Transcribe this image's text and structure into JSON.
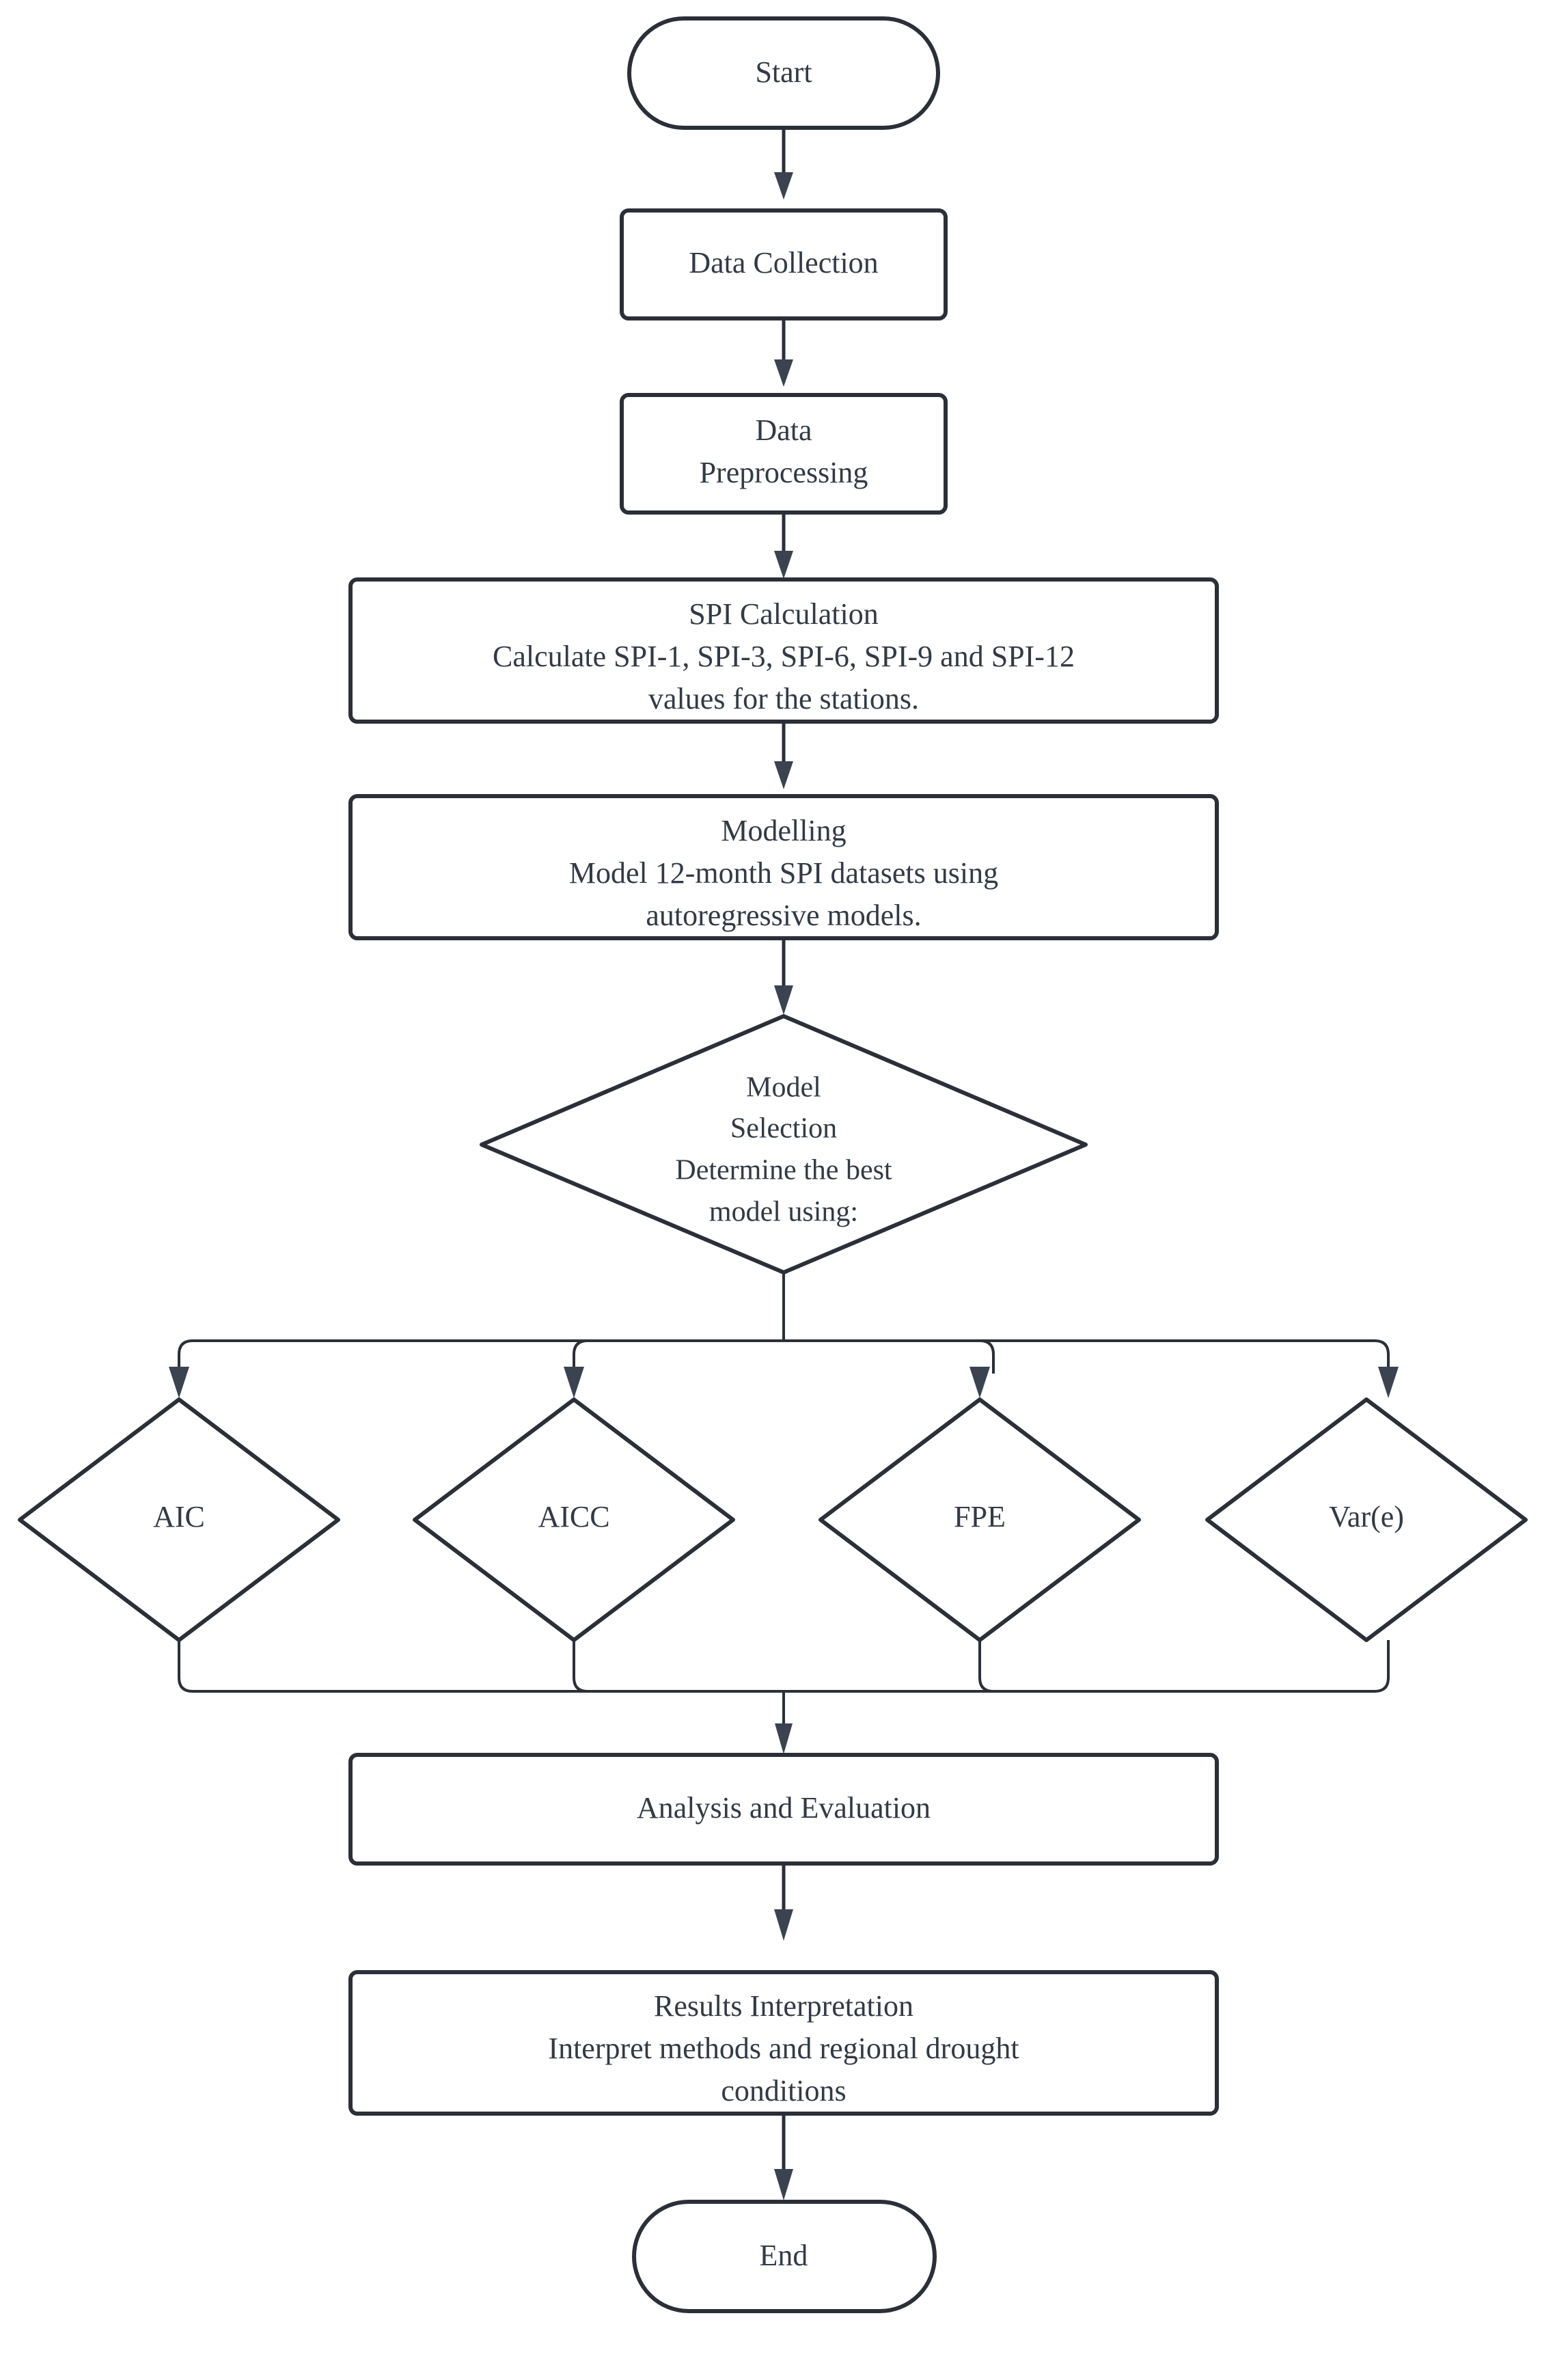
{
  "diagram": {
    "type": "flowchart",
    "title": "SPI Drought Modelling Workflow",
    "orientation": "top-to-bottom",
    "stroke_color": "#2b2f38",
    "text_color": "#333a45",
    "background_color": "#ffffff",
    "nodes": [
      {
        "id": "start",
        "shape": "stadium",
        "lines": [
          "Start"
        ]
      },
      {
        "id": "collect",
        "shape": "rounded-rect",
        "lines": [
          "Data Collection"
        ]
      },
      {
        "id": "preproc",
        "shape": "rounded-rect",
        "lines": [
          "Data",
          "Preprocessing"
        ]
      },
      {
        "id": "spi",
        "shape": "rounded-rect",
        "lines": [
          "SPI Calculation",
          "Calculate SPI-1, SPI-3, SPI-6, SPI-9 and SPI-12",
          "values for the stations."
        ]
      },
      {
        "id": "model",
        "shape": "rounded-rect",
        "lines": [
          "Modelling",
          "Model 12-month SPI datasets using",
          "autoregressive models."
        ]
      },
      {
        "id": "select",
        "shape": "diamond",
        "lines": [
          "Model",
          "Selection",
          "Determine the best",
          "model using:"
        ]
      },
      {
        "id": "aic",
        "shape": "diamond",
        "lines": [
          "AIC"
        ]
      },
      {
        "id": "aicc",
        "shape": "diamond",
        "lines": [
          "AICC"
        ]
      },
      {
        "id": "fpe",
        "shape": "diamond",
        "lines": [
          "FPE"
        ]
      },
      {
        "id": "vare",
        "shape": "diamond",
        "lines": [
          "Var(e)"
        ]
      },
      {
        "id": "analysis",
        "shape": "rounded-rect",
        "lines": [
          "Analysis and Evaluation"
        ]
      },
      {
        "id": "results",
        "shape": "rounded-rect",
        "lines": [
          "Results Interpretation",
          "Interpret methods and regional drought",
          "conditions"
        ]
      },
      {
        "id": "end",
        "shape": "stadium",
        "lines": [
          "End"
        ]
      }
    ],
    "edges": [
      {
        "from": "start",
        "to": "collect"
      },
      {
        "from": "collect",
        "to": "preproc"
      },
      {
        "from": "preproc",
        "to": "spi"
      },
      {
        "from": "spi",
        "to": "model"
      },
      {
        "from": "model",
        "to": "select"
      },
      {
        "from": "select",
        "to": "aic"
      },
      {
        "from": "select",
        "to": "aicc"
      },
      {
        "from": "select",
        "to": "fpe"
      },
      {
        "from": "select",
        "to": "vare"
      },
      {
        "from": "aic",
        "to": "analysis"
      },
      {
        "from": "aicc",
        "to": "analysis"
      },
      {
        "from": "fpe",
        "to": "analysis"
      },
      {
        "from": "vare",
        "to": "analysis"
      },
      {
        "from": "analysis",
        "to": "results"
      },
      {
        "from": "results",
        "to": "end"
      }
    ]
  },
  "labels": {
    "start": "Start",
    "collect": "Data Collection",
    "preproc_l1": "Data",
    "preproc_l2": "Preprocessing",
    "spi_l1": "SPI Calculation",
    "spi_l2": "Calculate SPI-1, SPI-3, SPI-6, SPI-9 and SPI-12",
    "spi_l3": "values for the stations.",
    "model_l1": "Modelling",
    "model_l2": "Model 12-month SPI datasets using",
    "model_l3": "autoregressive models.",
    "select_l1": "Model",
    "select_l2": "Selection",
    "select_l3": "Determine the best",
    "select_l4": "model using:",
    "aic": "AIC",
    "aicc": "AICC",
    "fpe": "FPE",
    "vare": "Var(e)",
    "analysis": "Analysis and Evaluation",
    "results_l1": "Results Interpretation",
    "results_l2": "Interpret methods and regional drought",
    "results_l3": "conditions",
    "end": "End"
  }
}
